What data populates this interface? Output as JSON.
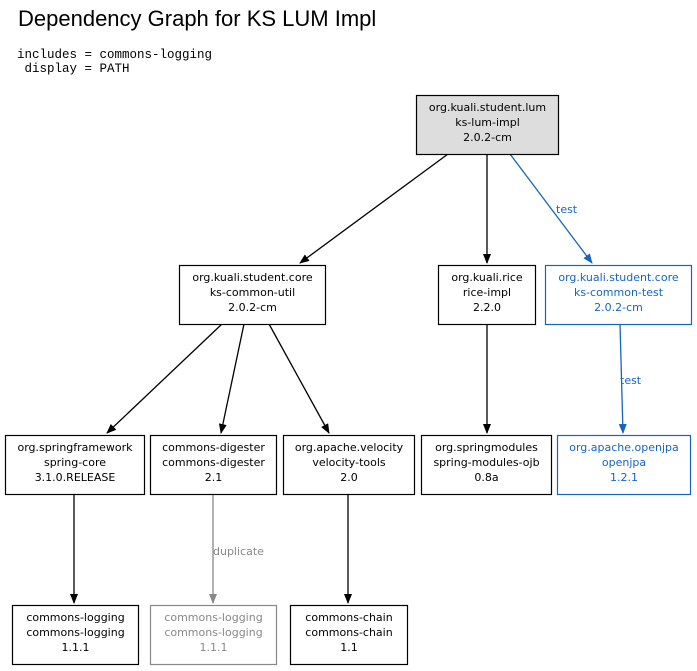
{
  "title": "Dependency Graph for KS LUM Impl",
  "params": {
    "line1": "includes = commons-logging",
    "line2": " display = PATH"
  },
  "colors": {
    "normal": "#000000",
    "test": "#1565c0",
    "duplicate": "#888888",
    "root_fill": "#dddddd"
  },
  "nodes": [
    {
      "id": "ks-lum-impl",
      "group": "org.kuali.student.lum",
      "artifact": "ks-lum-impl",
      "version": "2.0.2-cm",
      "style": "root"
    },
    {
      "id": "ks-common-util",
      "group": "org.kuali.student.core",
      "artifact": "ks-common-util",
      "version": "2.0.2-cm",
      "style": "normal"
    },
    {
      "id": "rice-impl",
      "group": "org.kuali.rice",
      "artifact": "rice-impl",
      "version": "2.2.0",
      "style": "normal"
    },
    {
      "id": "ks-common-test",
      "group": "org.kuali.student.core",
      "artifact": "ks-common-test",
      "version": "2.0.2-cm",
      "style": "test"
    },
    {
      "id": "spring-core",
      "group": "org.springframework",
      "artifact": "spring-core",
      "version": "3.1.0.RELEASE",
      "style": "normal"
    },
    {
      "id": "commons-digester",
      "group": "commons-digester",
      "artifact": "commons-digester",
      "version": "2.1",
      "style": "normal"
    },
    {
      "id": "velocity-tools",
      "group": "org.apache.velocity",
      "artifact": "velocity-tools",
      "version": "2.0",
      "style": "normal"
    },
    {
      "id": "spring-modules-ojb",
      "group": "org.springmodules",
      "artifact": "spring-modules-ojb",
      "version": "0.8a",
      "style": "normal"
    },
    {
      "id": "openjpa",
      "group": "org.apache.openjpa",
      "artifact": "openjpa",
      "version": "1.2.1",
      "style": "test"
    },
    {
      "id": "commons-logging-a",
      "group": "commons-logging",
      "artifact": "commons-logging",
      "version": "1.1.1",
      "style": "normal"
    },
    {
      "id": "commons-logging-b",
      "group": "commons-logging",
      "artifact": "commons-logging",
      "version": "1.1.1",
      "style": "duplicate"
    },
    {
      "id": "commons-chain",
      "group": "commons-chain",
      "artifact": "commons-chain",
      "version": "1.1",
      "style": "normal"
    }
  ],
  "edges": [
    {
      "from": "ks-lum-impl",
      "to": "ks-common-util",
      "label": "",
      "style": "normal"
    },
    {
      "from": "ks-lum-impl",
      "to": "rice-impl",
      "label": "",
      "style": "normal"
    },
    {
      "from": "ks-lum-impl",
      "to": "ks-common-test",
      "label": "test",
      "style": "test"
    },
    {
      "from": "ks-common-util",
      "to": "spring-core",
      "label": "",
      "style": "normal"
    },
    {
      "from": "ks-common-util",
      "to": "commons-digester",
      "label": "",
      "style": "normal"
    },
    {
      "from": "ks-common-util",
      "to": "velocity-tools",
      "label": "",
      "style": "normal"
    },
    {
      "from": "rice-impl",
      "to": "spring-modules-ojb",
      "label": "",
      "style": "normal"
    },
    {
      "from": "ks-common-test",
      "to": "openjpa",
      "label": "test",
      "style": "test"
    },
    {
      "from": "spring-core",
      "to": "commons-logging-a",
      "label": "",
      "style": "normal"
    },
    {
      "from": "commons-digester",
      "to": "commons-logging-b",
      "label": "duplicate",
      "style": "duplicate"
    },
    {
      "from": "velocity-tools",
      "to": "commons-chain",
      "label": "",
      "style": "normal"
    }
  ]
}
